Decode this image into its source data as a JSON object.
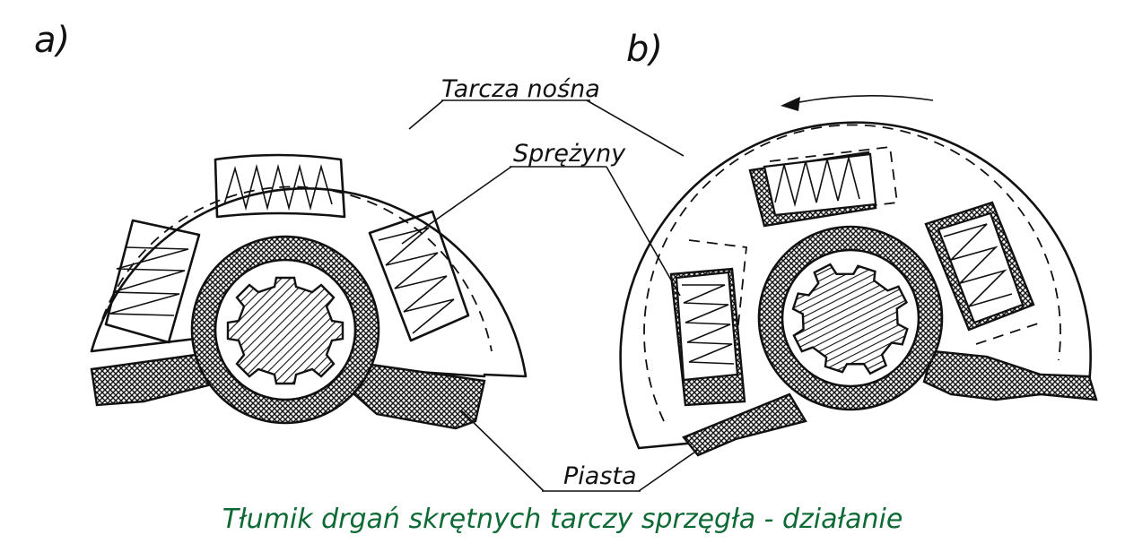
{
  "figure": {
    "label_a": "a)",
    "label_b": "b)",
    "carrier_disc": "Tarcza nośna",
    "springs": "Sprężyny",
    "hub": "Piasta",
    "caption": "Tłumik drgań skrętnych tarczy sprzęgła - działanie"
  },
  "colors": {
    "ink": "#111111",
    "caption": "#0e6a35",
    "background": "#ffffff"
  }
}
